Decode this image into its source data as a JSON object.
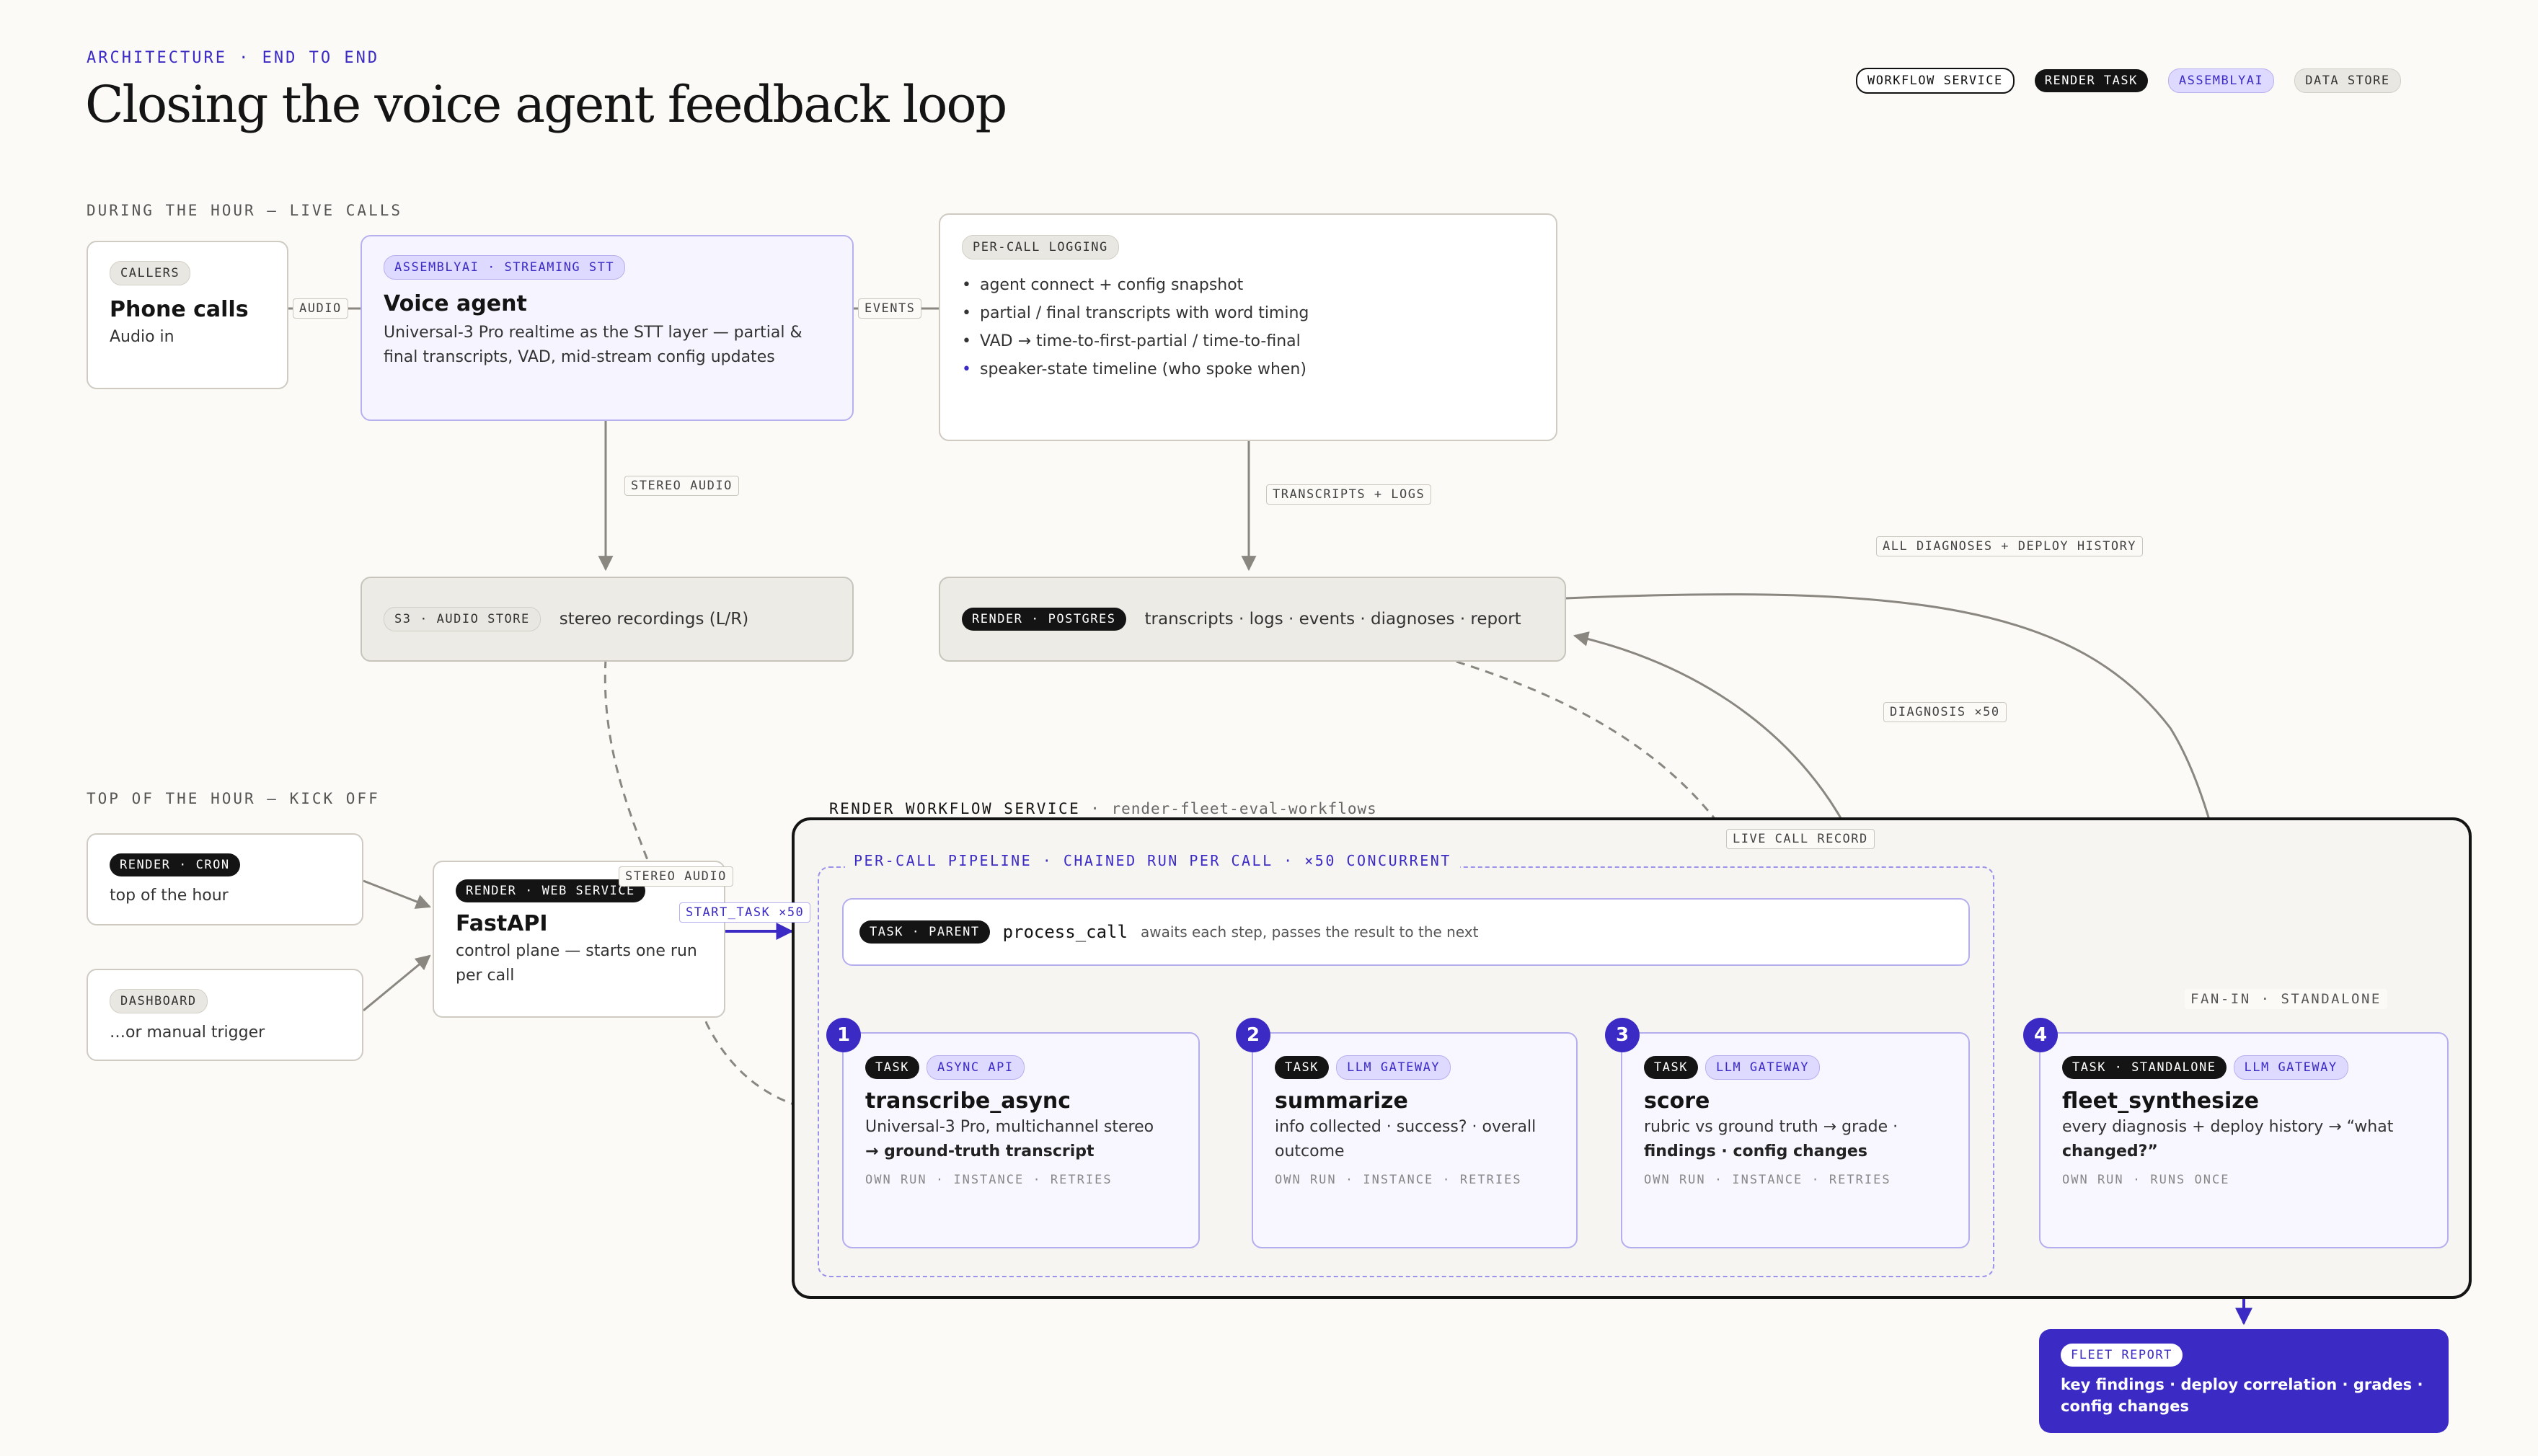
{
  "header": {
    "eyebrow": "ARCHITECTURE · END TO END",
    "title": "Closing the voice agent feedback loop"
  },
  "legend": {
    "workflow_service": "WORKFLOW SERVICE",
    "render_task": "RENDER TASK",
    "assemblyai": "ASSEMBLYAI",
    "data_store": "DATA STORE"
  },
  "sections": {
    "live_calls": "DURING THE HOUR — LIVE CALLS",
    "kick_off": "TOP OF THE HOUR — KICK OFF"
  },
  "callers": {
    "tag": "CALLERS",
    "title": "Phone calls",
    "sub": "Audio in"
  },
  "voice_agent": {
    "tag": "ASSEMBLYAI · STREAMING STT",
    "title": "Voice agent",
    "desc": "Universal-3 Pro realtime as the STT layer — partial & final transcripts, VAD, mid-stream config updates"
  },
  "logging": {
    "tag": "PER-CALL LOGGING",
    "items": [
      "agent connect + config snapshot",
      "partial / final transcripts with word timing",
      "VAD → time-to-first-partial / time-to-final",
      "speaker-state timeline (who spoke when)"
    ]
  },
  "s3": {
    "tag": "S3 · AUDIO STORE",
    "text": "stereo recordings (L/R)"
  },
  "postgres": {
    "tag": "RENDER · POSTGRES",
    "text": "transcripts · logs · events · diagnoses · report"
  },
  "cron": {
    "tag": "RENDER · CRON",
    "text": "top of the hour"
  },
  "dashboard": {
    "tag": "DASHBOARD",
    "text": "…or manual trigger"
  },
  "fastapi": {
    "tag": "RENDER · WEB SERVICE",
    "title": "FastAPI",
    "desc": "control plane — starts one run per call"
  },
  "workflow": {
    "title": "RENDER WORKFLOW SERVICE",
    "sep": "·",
    "name": "render-fleet-eval-workflows",
    "pipeline_label": "PER-CALL PIPELINE · CHAINED RUN PER CALL · ×50 CONCURRENT"
  },
  "parent": {
    "tag": "TASK · PARENT",
    "name": "process_call",
    "desc": "awaits each step, passes the result to the next"
  },
  "tasks": [
    {
      "num": "1",
      "tag": "TASK",
      "tag2": "ASYNC API",
      "name": "transcribe_async",
      "desc1": "Universal-3 Pro, multichannel stereo",
      "desc2": "→ ground-truth transcript",
      "meta": "OWN RUN · INSTANCE · RETRIES"
    },
    {
      "num": "2",
      "tag": "TASK",
      "tag2": "LLM GATEWAY",
      "name": "summarize",
      "desc1": "info collected · success? · overall",
      "desc2": "outcome",
      "meta": "OWN RUN · INSTANCE · RETRIES"
    },
    {
      "num": "3",
      "tag": "TASK",
      "tag2": "LLM GATEWAY",
      "name": "score",
      "desc1": "rubric vs ground truth → grade ·",
      "desc2": "findings · config changes",
      "meta": "OWN RUN · INSTANCE · RETRIES"
    },
    {
      "num": "4",
      "tag": "TASK · STANDALONE",
      "tag2": "LLM GATEWAY",
      "name": "fleet_synthesize",
      "desc1": "every diagnosis + deploy history → “what",
      "desc2": "changed?”",
      "meta": "OWN RUN · RUNS ONCE"
    }
  ],
  "report": {
    "tag": "FLEET REPORT",
    "text": "key findings · deploy correlation · grades · config changes"
  },
  "edges": {
    "audio": "AUDIO",
    "events": "EVENTS",
    "stereo_audio": "STEREO AUDIO",
    "transcripts_logs": "TRANSCRIPTS + LOGS",
    "all_diagnoses": "ALL DIAGNOSES + DEPLOY HISTORY",
    "diagnosis_x50": "DIAGNOSIS ×50",
    "live_call_record": "LIVE CALL RECORD",
    "stereo_audio_2": "STEREO AUDIO",
    "start_task": "START_TASK ×50",
    "fan_in": "FAN-IN · STANDALONE"
  },
  "colors": {
    "accent": "#3b2bc4",
    "lavender": "#dedaff",
    "dark": "#141414",
    "gray": "#ecebe6"
  }
}
